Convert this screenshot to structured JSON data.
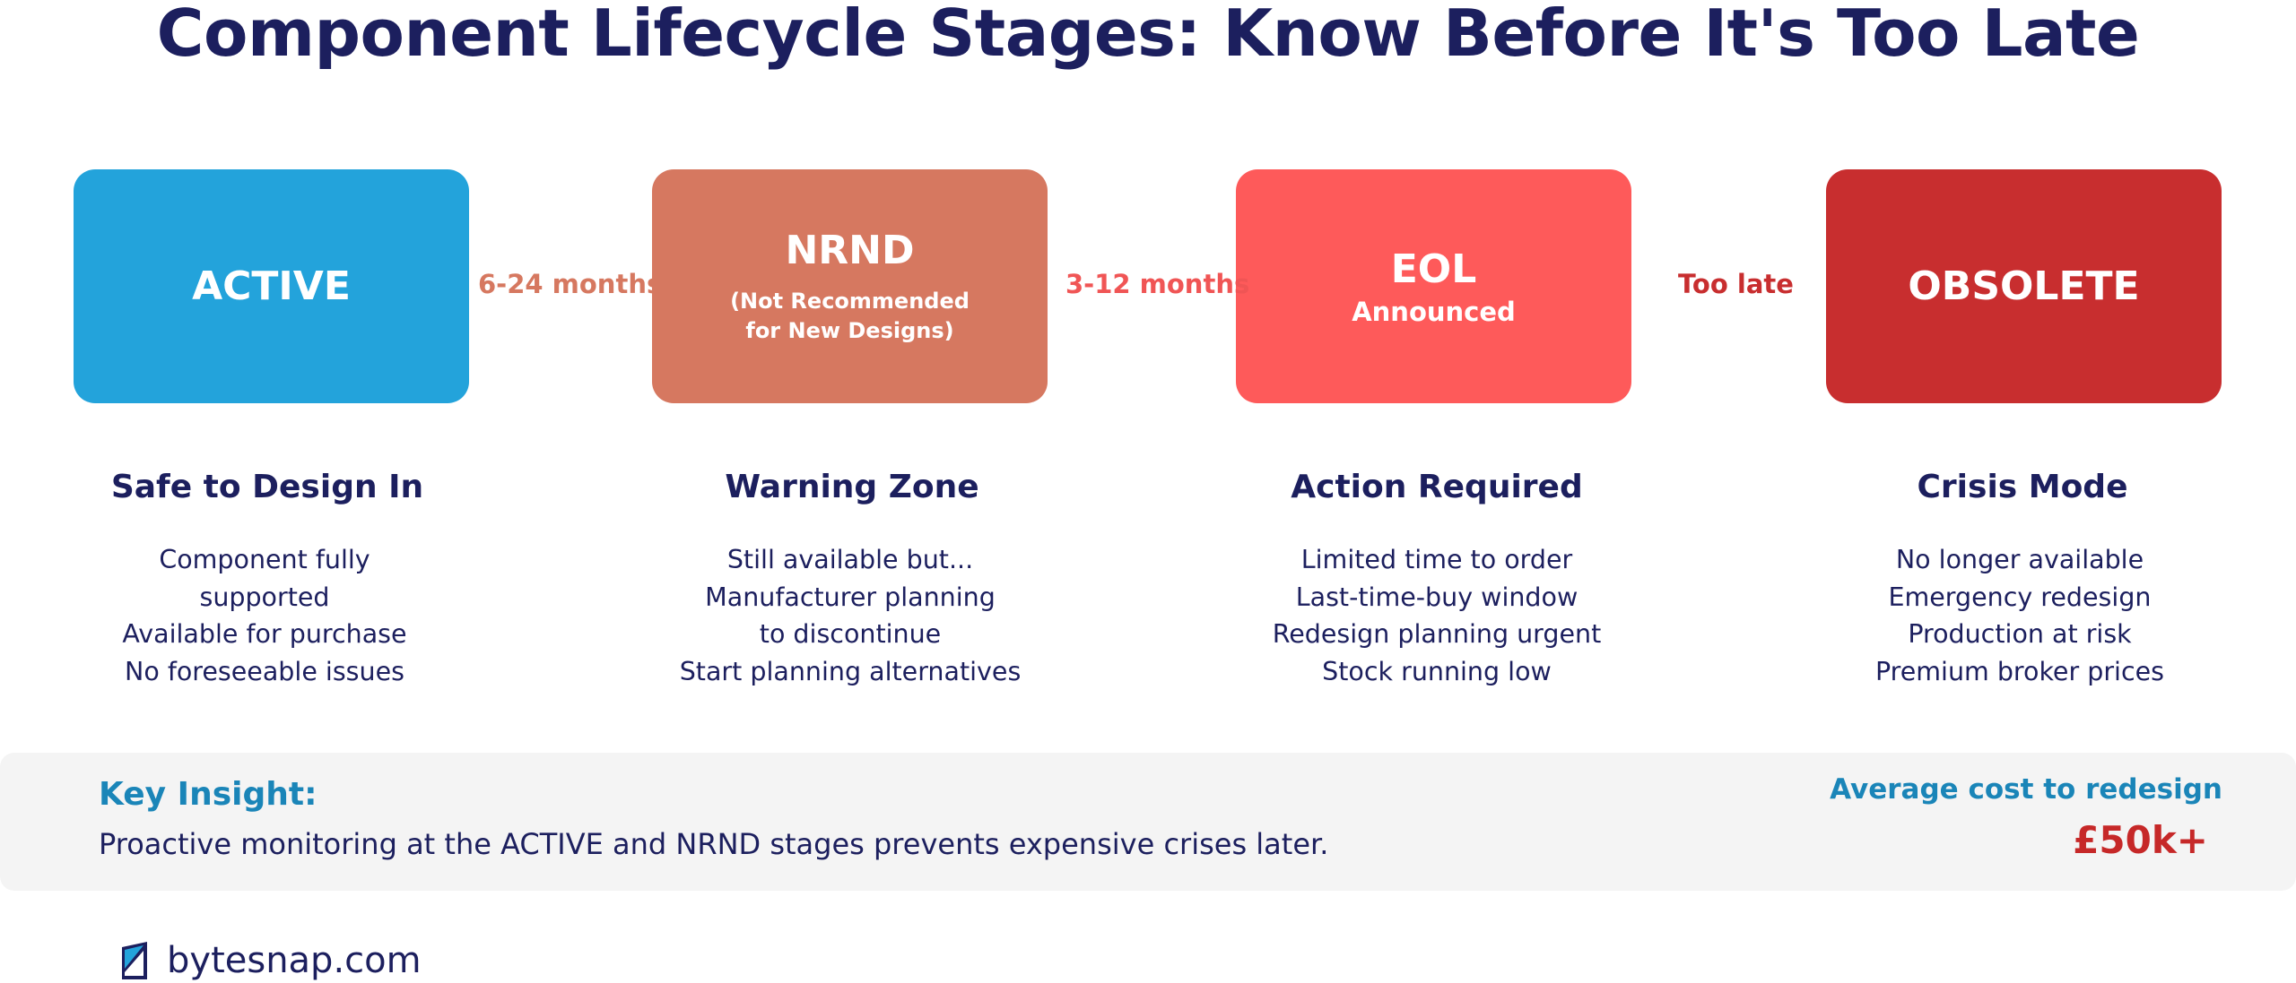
{
  "title": "Component Lifecycle Stages: Know Before It's Too Late",
  "stages": [
    {
      "box_main": "ACTIVE",
      "box_sub": "",
      "color": "#23a3db",
      "heading": "Safe to Design In",
      "lines": [
        "Component fully",
        "supported",
        "Available for purchase",
        "No foreseeable issues"
      ]
    },
    {
      "box_main": "NRND",
      "box_sub_lines": [
        "(Not Recommended",
        "for New Designs)"
      ],
      "color": "#d67860",
      "heading": "Warning Zone",
      "lines": [
        "Still available but...",
        "Manufacturer planning",
        "to discontinue",
        "Start planning alternatives"
      ]
    },
    {
      "box_main": "EOL",
      "box_sub": "Announced",
      "color": "#fe5a5a",
      "heading": "Action Required",
      "lines": [
        "Limited time to order",
        "Last-time-buy window",
        "Redesign planning urgent",
        "Stock running low"
      ]
    },
    {
      "box_main": "OBSOLETE",
      "box_sub": "",
      "color": "#c82e2f",
      "heading": "Crisis Mode",
      "lines": [
        "No longer available",
        "Emergency redesign",
        "Production at risk",
        "Premium broker prices"
      ]
    }
  ],
  "connectors": [
    {
      "label": "6-24 months",
      "color": "#d67860"
    },
    {
      "label": "3-12 months",
      "color": "#f05555"
    },
    {
      "label": "Too late",
      "color": "#c82e2f"
    }
  ],
  "insight": {
    "title": "Key Insight:",
    "text": "Proactive monitoring at the ACTIVE and NRND stages prevents expensive crises later.",
    "cost_label": "Average cost to redesign",
    "cost_value": "£50k+"
  },
  "footer": {
    "logo_text": "bytesnap.com",
    "logo_icon": "bytesnap-logo-icon"
  }
}
